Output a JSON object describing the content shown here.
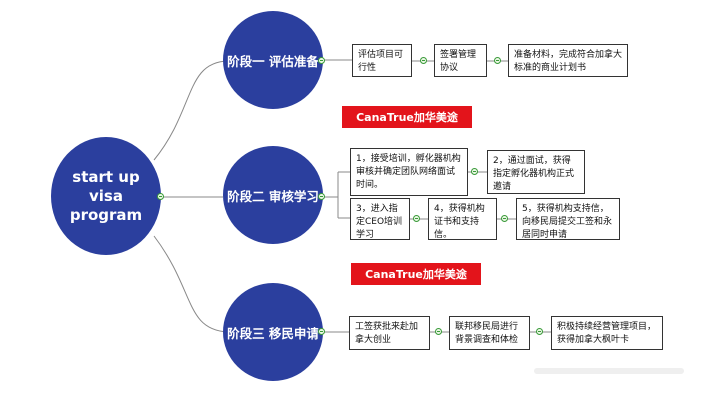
{
  "root": {
    "lines": [
      "start up",
      "visa",
      "program"
    ]
  },
  "stages": [
    {
      "label": "阶段一 评估准备"
    },
    {
      "label": "阶段二 审核学习"
    },
    {
      "label": "阶段三 移民申请"
    }
  ],
  "banners": [
    "CanaTrue加华美途",
    "CanaTrue加华美途"
  ],
  "stage1_nodes": [
    "评估项目可行性",
    "签署管理协议",
    "准备材料，完成符合加拿大标准的商业计划书"
  ],
  "stage2_nodes": [
    "1，接受培训，孵化器机构审核并确定团队网络面试时间。",
    "2，通过面试，获得指定孵化器机构正式邀请",
    "3，进入指定CEO培训学习",
    "4，获得机构证书和支持信。",
    "5，获得机构支持信，向移民局提交工签和永居同时申请"
  ],
  "stage3_nodes": [
    "工签获批来赴加拿大创业",
    "联邦移民局进行背景调查和体检",
    "积极持续经营管理项目，获得加拿大枫叶卡"
  ],
  "colors": {
    "circle": "#2b3f9e",
    "banner": "#e3141b",
    "connector": "#3a9a3a"
  }
}
